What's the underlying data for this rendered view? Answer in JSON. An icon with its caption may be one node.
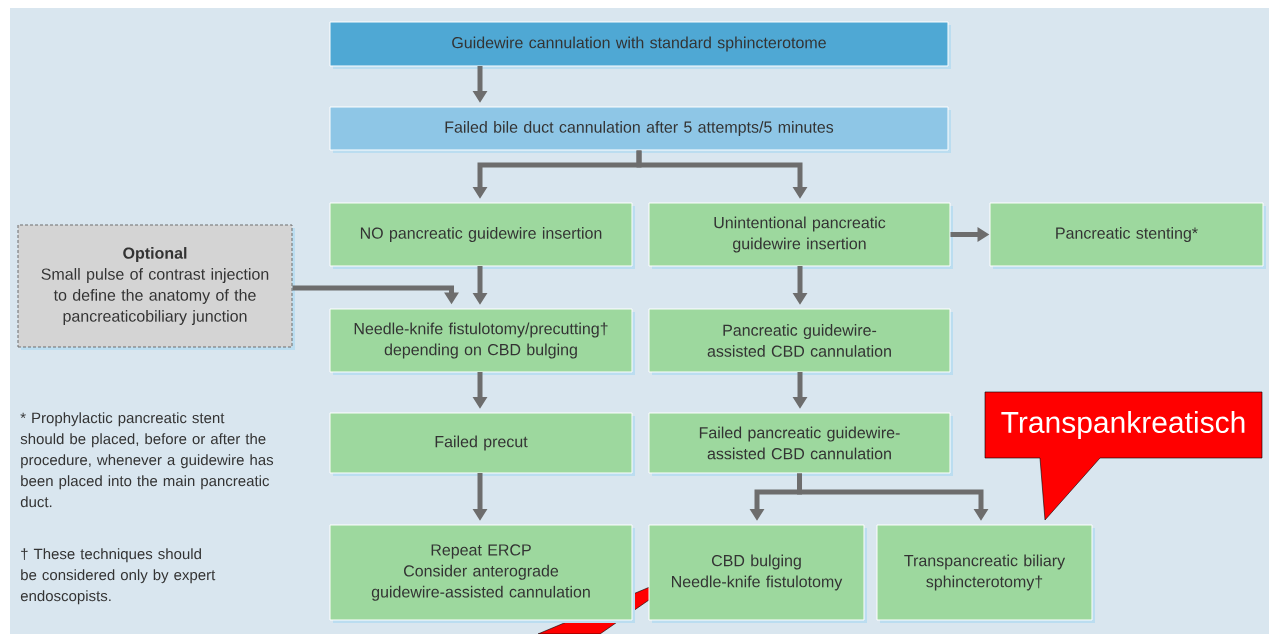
{
  "diagram": {
    "nodes": [
      {
        "text": [
          "Guidewire cannulation with standard sphincterotome"
        ]
      },
      {
        "text": [
          "Failed bile duct cannulation after 5 attempts/5 minutes"
        ]
      },
      {
        "text": [
          "NO pancreatic guidewire insertion"
        ]
      },
      {
        "text": [
          "Unintentional pancreatic guidewire insertion"
        ]
      },
      {
        "text": [
          "Pancreatic stenting*"
        ]
      },
      {
        "text": [
          "Optional",
          "Small pulse of contrast injection to define the anatomy of the pancreaticobiliary junction"
        ]
      },
      {
        "text": [
          "Needle-knife fistulotomy/precutting† depending on CBD bulging"
        ]
      },
      {
        "text": [
          "Pancreatic guidewire-assisted CBD cannulation"
        ]
      },
      {
        "text": [
          "Failed precut"
        ]
      },
      {
        "text": [
          "Failed pancreatic guidewire-assisted CBD cannulation"
        ]
      },
      {
        "text": [
          "Repeat ERCP",
          "Consider anterograde guidewire-assisted cannulation"
        ]
      },
      {
        "text": [
          "CBD bulging",
          "Needle-knife fistulotomy"
        ]
      },
      {
        "text": [
          "Transpancreatic biliary sphincterotomy†"
        ]
      },
      {
        "text": [
          "Transpankreatisch"
        ]
      }
    ],
    "edges": [
      {
        "from": 0,
        "to": 1,
        "arrow": "to"
      },
      {
        "from": 1,
        "to": 2,
        "arrow": "to"
      },
      {
        "from": 1,
        "to": 3,
        "arrow": "to"
      },
      {
        "from": 3,
        "to": 4,
        "arrow": "to"
      },
      {
        "from": 5,
        "to": 6,
        "arrow": "to"
      },
      {
        "from": 2,
        "to": 6,
        "arrow": "to"
      },
      {
        "from": 6,
        "to": 8,
        "arrow": "to"
      },
      {
        "from": 8,
        "to": 10,
        "arrow": "to"
      },
      {
        "from": 3,
        "to": 7,
        "arrow": "to"
      },
      {
        "from": 7,
        "to": 9,
        "arrow": "to"
      },
      {
        "from": 9,
        "to": 11,
        "arrow": "to"
      },
      {
        "from": 9,
        "to": 12,
        "arrow": "to"
      }
    ],
    "labels": [
      "* Prophylactic pancreatic stent should be placed, before or after the procedure, whenever a guidewire has been placed into the main pancreatic duct.",
      "† These techniques should be considered only by expert endoscopists."
    ]
  }
}
